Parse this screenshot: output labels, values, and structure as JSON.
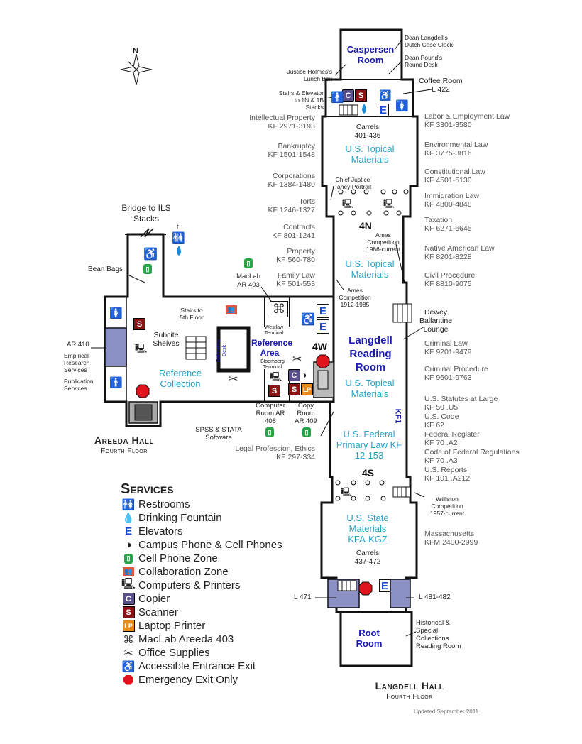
{
  "compass": {
    "north": "N"
  },
  "rooms": {
    "caspersen": "Caspersen Room",
    "root": "Root Room",
    "langdell_reading": "Langdell Reading Room",
    "reference_area": "Reference Area",
    "reference_desk": "Reference Desk",
    "reference_collection": "Reference Collection",
    "subcite_shelves": "Subcite Shelves",
    "stairs_5th": "Stairs to 5th Floor",
    "maclab": "MacLab AR 403",
    "westlaw": "Westlaw Terminal",
    "bloomberg": "Bloomberg Terminal",
    "computer_room": "Computer Room AR 408",
    "copy_room": "Copy Room AR 409",
    "spss": "SPSS & STATA Software",
    "bean_bags": "Bean Bags",
    "bridge": "Bridge to ILS Stacks",
    "ar410": "AR 410",
    "empirical": "Empirical Research Services",
    "publication": "Publication Services",
    "dewey": "Dewey Ballantine Lounge",
    "coffee_room": "Coffee Room",
    "coffee_code": "L 422",
    "l471": "L 471",
    "l481": "L 481-482",
    "historical": "Historical & Special Collections Reading Room",
    "carrels_top": "Carrels 401-436",
    "carrels_bottom": "Carrels 437-472",
    "zone_4n": "4N",
    "zone_4s": "4S",
    "zone_4w": "4W",
    "kf1": "KF1"
  },
  "top_notes": {
    "dutch_clock": "Dean Langdell's Dutch Case Clock",
    "round_desk": "Dean Pound's Round Desk",
    "holmes": "Justice Holmes's Lunch Box",
    "stairs_elevator": "Stairs & Elevator to 1N & 1B Stacks",
    "taney": "Chief Justice Taney Portrait",
    "ames_1986": "Ames Competition 1986-current",
    "ames_1912": "Ames Competition 1912-1985",
    "williston": "Williston Competition 1957-current"
  },
  "center_sections": {
    "us_topical_1": "U.S. Topical Materials",
    "us_topical_2": "U.S. Topical Materials",
    "us_topical_3": "U.S. Topical Materials",
    "us_federal": "U.S. Federal Primary Law KF 12-153",
    "us_state": "U.S. State Materials KFA-KGZ"
  },
  "left_subjects": [
    {
      "name": "Intellectual Property",
      "code": "KF 2971-3193"
    },
    {
      "name": "Bankruptcy",
      "code": "KF 1501-1548"
    },
    {
      "name": "Corporations",
      "code": "KF 1384-1480"
    },
    {
      "name": "Torts",
      "code": "KF 1246-1327"
    },
    {
      "name": "Contracts",
      "code": "KF 801-1241"
    },
    {
      "name": "Property",
      "code": "KF 560-780"
    },
    {
      "name": "Family Law",
      "code": "KF 501-553"
    }
  ],
  "legal_profession": {
    "name": "Legal Profession, Ethics",
    "code": "KF 297-334"
  },
  "right_subjects": [
    {
      "name": "Labor & Employment Law",
      "code": "KF 3301-3580"
    },
    {
      "name": "Environmental Law",
      "code": "KF 3775-3816"
    },
    {
      "name": "Constitutional Law",
      "code": "KF 4501-5130"
    },
    {
      "name": "Immigration Law",
      "code": "KF 4800-4848"
    },
    {
      "name": "Taxation",
      "code": "KF 6271-6645"
    },
    {
      "name": "Native American Law",
      "code": "KF 8201-8228"
    },
    {
      "name": "Civil Procedure",
      "code": "KF 8810-9075"
    },
    {
      "name": "Criminal Law",
      "code": "KF 9201-9479"
    },
    {
      "name": "Criminal Procedure",
      "code": "KF 9601-9763"
    },
    {
      "name": "U.S. Statutes at Large",
      "code": "KF 50 .U5"
    },
    {
      "name": "U.S. Code",
      "code": "KF 62"
    },
    {
      "name": "Federal Register",
      "code": "KF 70 .A2"
    },
    {
      "name": "Code of Federal Regulations",
      "code": "KF 70 .A3"
    },
    {
      "name": "U.S. Reports",
      "code": "KF 101 .A212"
    },
    {
      "name": "Massachusetts",
      "code": "KFM 2400-2999"
    }
  ],
  "building_titles": {
    "areeda": "Areeda Hall",
    "areeda_floor": "Fourth Floor",
    "langdell": "Langdell Hall",
    "langdell_floor": "Fourth Floor"
  },
  "legend": {
    "heading": "Services",
    "items": [
      {
        "icon": "restrooms-icon",
        "label": "Restrooms"
      },
      {
        "icon": "drinking-fountain-icon",
        "label": "Drinking Fountain"
      },
      {
        "icon": "elevator-icon",
        "label": "Elevators"
      },
      {
        "icon": "phone-icon",
        "label": "Campus Phone & Cell Phones"
      },
      {
        "icon": "cell-phone-zone-icon",
        "label": "Cell Phone Zone"
      },
      {
        "icon": "collaboration-zone-icon",
        "label": "Collaboration Zone"
      },
      {
        "icon": "computer-icon",
        "label": "Computers & Printers"
      },
      {
        "icon": "copier-icon",
        "label": "Copier"
      },
      {
        "icon": "scanner-icon",
        "label": "Scanner"
      },
      {
        "icon": "laptop-printer-icon",
        "label": "Laptop Printer"
      },
      {
        "icon": "apple-icon",
        "label": "MacLab Areeda 403"
      },
      {
        "icon": "scissors-icon",
        "label": "Office Supplies"
      },
      {
        "icon": "accessible-icon",
        "label": "Accessible Entrance Exit"
      },
      {
        "icon": "emergency-exit-icon",
        "label": "Emergency Exit Only"
      }
    ]
  },
  "glyphs": {
    "e": "E",
    "s": "S",
    "c": "C",
    "lp": "LP"
  },
  "colors": {
    "room_blue": "#1a1ab0",
    "cyan": "#27a3c9",
    "scanner": "#8a1414",
    "copier": "#5a4f8c",
    "exit": "#e0141c",
    "cell": "#28a548",
    "collab": "#e2583e",
    "alcove": "#8a90c4"
  },
  "updated": "Updated September 2011"
}
